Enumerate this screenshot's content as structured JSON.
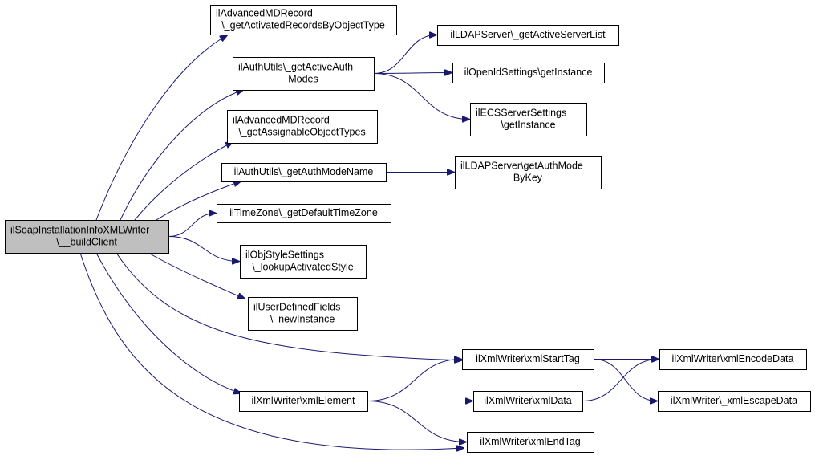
{
  "colors": {
    "edge": "#191970",
    "root_fill": "#bfbfbf",
    "node_fill": "#ffffff",
    "border": "#000000"
  },
  "nodes": [
    {
      "id": "root",
      "lines": [
        "ilSoapInstallationInfoXMLWriter",
        "\\__buildClient"
      ]
    },
    {
      "id": "advmd-activated",
      "lines": [
        "ilAdvancedMDRecord",
        "\\_getActivatedRecordsByObjectType"
      ]
    },
    {
      "id": "authutils-active",
      "lines": [
        "ilAuthUtils\\_getActiveAuth",
        "Modes"
      ]
    },
    {
      "id": "advmd-assignable",
      "lines": [
        "ilAdvancedMDRecord",
        "\\_getAssignableObjectTypes"
      ]
    },
    {
      "id": "authutils-modename",
      "lines": [
        "ilAuthUtils\\_getAuthModeName"
      ]
    },
    {
      "id": "timezone",
      "lines": [
        "ilTimeZone\\_getDefaultTimeZone"
      ]
    },
    {
      "id": "objstyle",
      "lines": [
        "ilObjStyleSettings",
        "\\_lookupActivatedStyle"
      ]
    },
    {
      "id": "udf",
      "lines": [
        "ilUserDefinedFields",
        "\\_newInstance"
      ]
    },
    {
      "id": "xmlelement",
      "lines": [
        "ilXmlWriter\\xmlElement"
      ]
    },
    {
      "id": "ldap-list",
      "lines": [
        "ilLDAPServer\\_getActiveServerList"
      ]
    },
    {
      "id": "openid",
      "lines": [
        "ilOpenIdSettings\\getInstance"
      ]
    },
    {
      "id": "ecs",
      "lines": [
        "ilECSServerSettings",
        "\\getInstance"
      ]
    },
    {
      "id": "ldap-bykey",
      "lines": [
        "ilLDAPServer\\getAuthMode",
        "ByKey"
      ]
    },
    {
      "id": "starttag",
      "lines": [
        "ilXmlWriter\\xmlStartTag"
      ]
    },
    {
      "id": "xmldata",
      "lines": [
        "ilXmlWriter\\xmlData"
      ]
    },
    {
      "id": "endtag",
      "lines": [
        "ilXmlWriter\\xmlEndTag"
      ]
    },
    {
      "id": "encode",
      "lines": [
        "ilXmlWriter\\xmlEncodeData"
      ]
    },
    {
      "id": "escape",
      "lines": [
        "ilXmlWriter\\_xmlEscapeData"
      ]
    }
  ],
  "edges": [
    [
      "root",
      "advmd-activated"
    ],
    [
      "root",
      "authutils-active"
    ],
    [
      "root",
      "advmd-assignable"
    ],
    [
      "root",
      "authutils-modename"
    ],
    [
      "root",
      "timezone"
    ],
    [
      "root",
      "objstyle"
    ],
    [
      "root",
      "udf"
    ],
    [
      "root",
      "starttag"
    ],
    [
      "root",
      "xmlelement"
    ],
    [
      "root",
      "endtag"
    ],
    [
      "authutils-active",
      "ldap-list"
    ],
    [
      "authutils-active",
      "openid"
    ],
    [
      "authutils-active",
      "ecs"
    ],
    [
      "authutils-modename",
      "ldap-bykey"
    ],
    [
      "xmlelement",
      "starttag"
    ],
    [
      "xmlelement",
      "xmldata"
    ],
    [
      "xmlelement",
      "endtag"
    ],
    [
      "starttag",
      "encode"
    ],
    [
      "starttag",
      "escape"
    ],
    [
      "xmldata",
      "encode"
    ],
    [
      "xmldata",
      "escape"
    ]
  ]
}
